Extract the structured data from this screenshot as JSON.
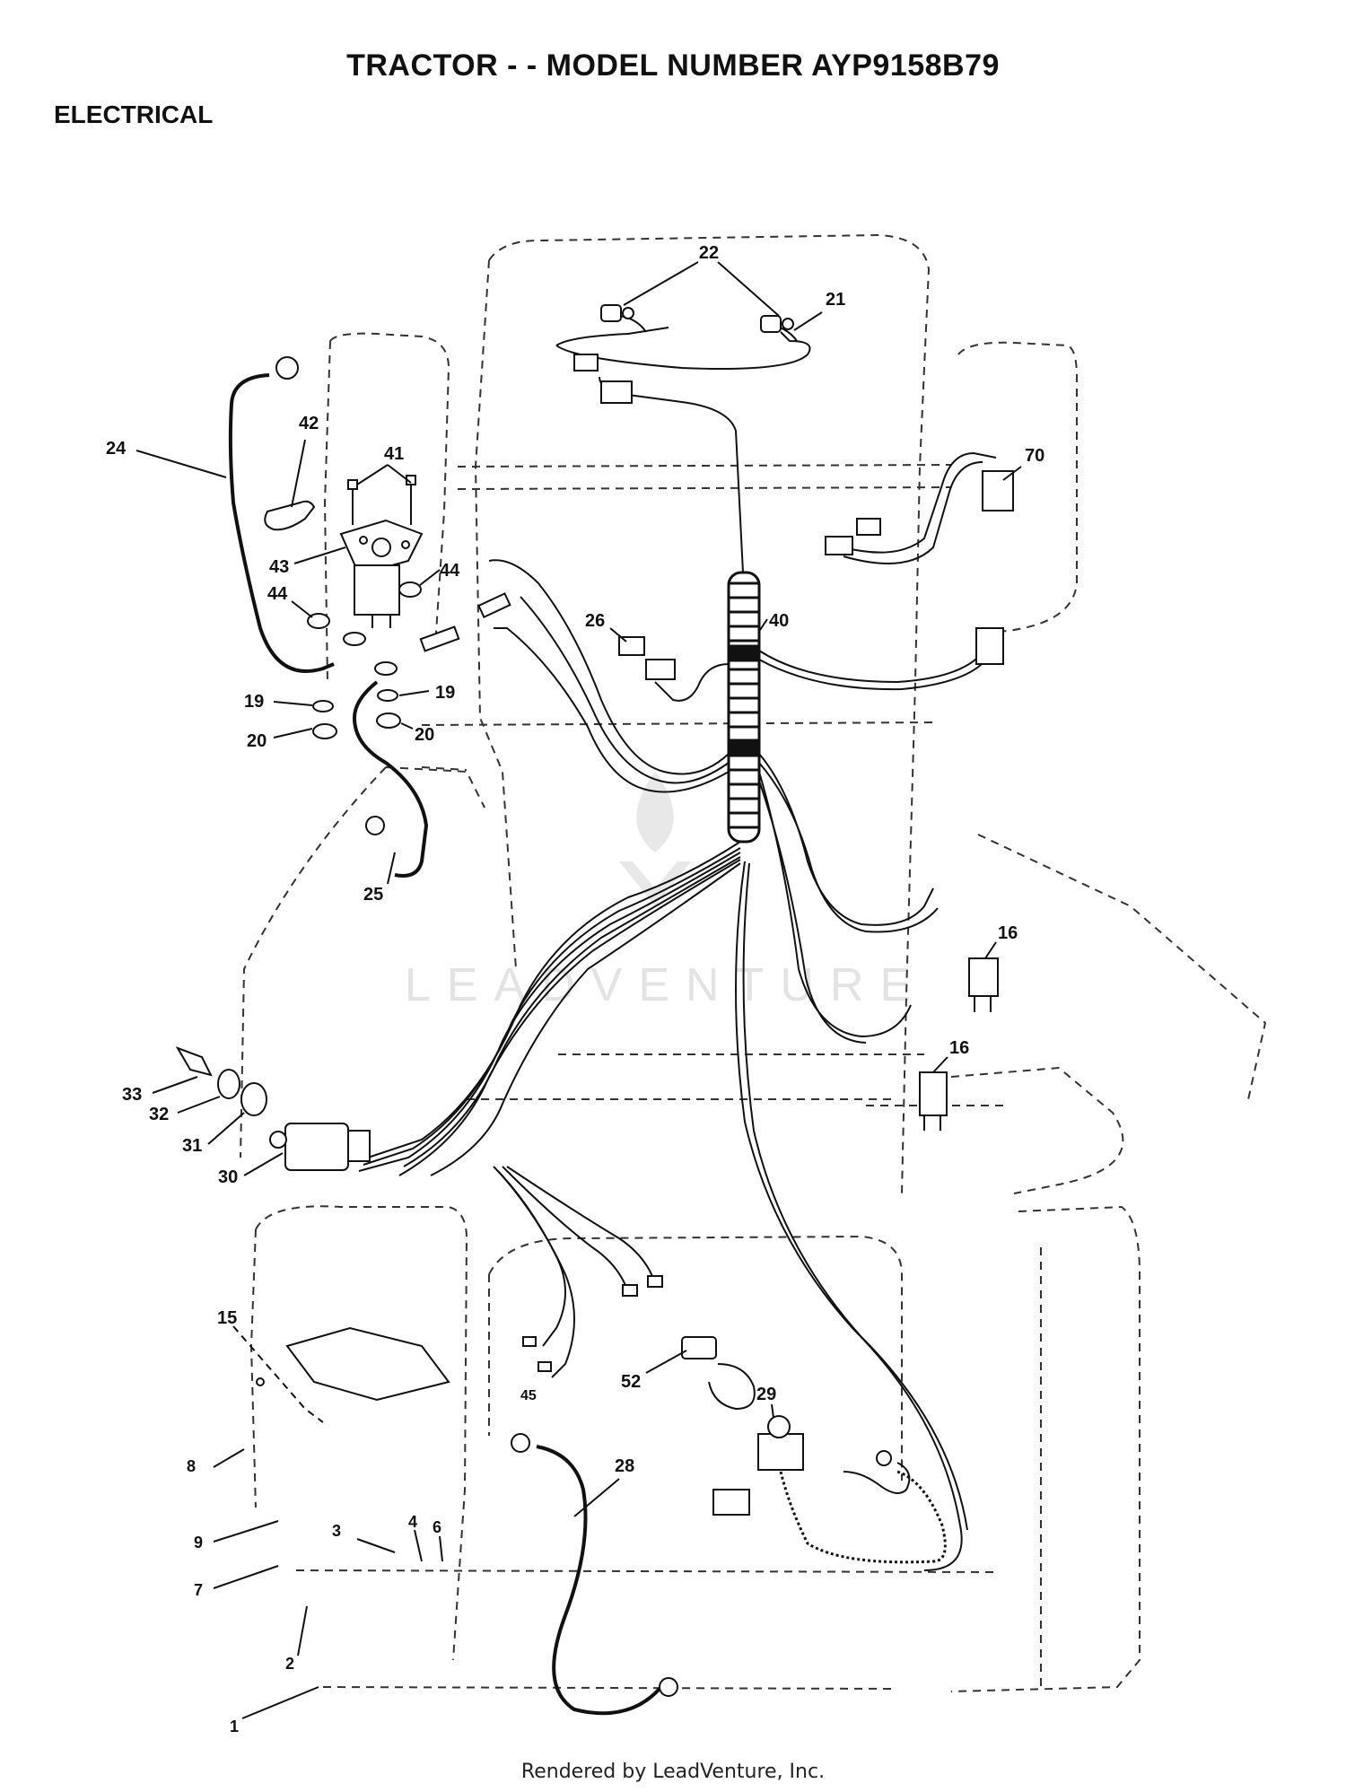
{
  "header": {
    "title": "TRACTOR - - MODEL NUMBER AYP9158B79",
    "section": "ELECTRICAL"
  },
  "watermark": {
    "text": "LEADVENTURE"
  },
  "footer": {
    "text": "Rendered by LeadVenture, Inc."
  },
  "colors": {
    "line": "#111111",
    "outline": "#333333",
    "watermark": "#e3e3e3",
    "background": "#ffffff"
  },
  "parts": [
    {
      "id": "p22",
      "label": "22"
    },
    {
      "id": "p21",
      "label": "21"
    },
    {
      "id": "p24",
      "label": "24"
    },
    {
      "id": "p42",
      "label": "42"
    },
    {
      "id": "p41",
      "label": "41"
    },
    {
      "id": "p70",
      "label": "70"
    },
    {
      "id": "p43",
      "label": "43"
    },
    {
      "id": "p44a",
      "label": "44"
    },
    {
      "id": "p44b",
      "label": "44"
    },
    {
      "id": "p26",
      "label": "26"
    },
    {
      "id": "p40",
      "label": "40"
    },
    {
      "id": "p19a",
      "label": "19"
    },
    {
      "id": "p19b",
      "label": "19"
    },
    {
      "id": "p20a",
      "label": "20"
    },
    {
      "id": "p20b",
      "label": "20"
    },
    {
      "id": "p25",
      "label": "25"
    },
    {
      "id": "p16a",
      "label": "16"
    },
    {
      "id": "p16b",
      "label": "16"
    },
    {
      "id": "p33",
      "label": "33"
    },
    {
      "id": "p32",
      "label": "32"
    },
    {
      "id": "p31",
      "label": "31"
    },
    {
      "id": "p30",
      "label": "30"
    },
    {
      "id": "p15",
      "label": "15"
    },
    {
      "id": "p45",
      "label": "45"
    },
    {
      "id": "p52",
      "label": "52"
    },
    {
      "id": "p29",
      "label": "29"
    },
    {
      "id": "p28",
      "label": "28"
    },
    {
      "id": "p8",
      "label": "8"
    },
    {
      "id": "p9",
      "label": "9"
    },
    {
      "id": "p4",
      "label": "4"
    },
    {
      "id": "p6",
      "label": "6"
    },
    {
      "id": "p3",
      "label": "3"
    },
    {
      "id": "p7",
      "label": "7"
    },
    {
      "id": "p2",
      "label": "2"
    },
    {
      "id": "p1",
      "label": "1"
    }
  ]
}
